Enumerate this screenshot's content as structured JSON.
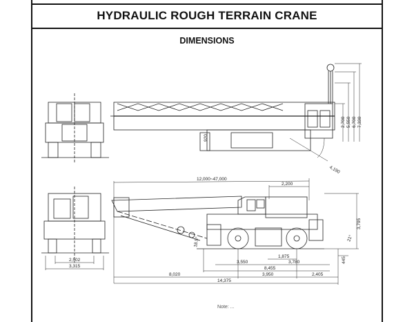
{
  "header": {
    "title": "HYDRAULIC ROUGH TERRAIN CRANE",
    "subtitle": "DIMENSIONS"
  },
  "top_view": {
    "height_dims": [
      "2,700",
      "5,550",
      "6,700",
      "7,330"
    ],
    "tail_radius": "4,190",
    "small_dim": "920"
  },
  "side_view": {
    "boom_length": "12,000~47,000",
    "cab_offset": "2,200",
    "overall_height": "3,795",
    "departure_angle": "21°",
    "approach_angle": "18.5°",
    "ground_clearance": "445",
    "dims_row1": [
      "1,875"
    ],
    "dims_row2": [
      "3,550",
      "3,780"
    ],
    "dims_row3": [
      "8,455"
    ],
    "dims_row4": [
      "8,020",
      "3,950",
      "2,405"
    ],
    "overall_length": "14,375"
  },
  "front_view": {
    "tread": "2,502",
    "overall_width": "3,315"
  },
  "footer": {
    "note": "Note: ..."
  }
}
